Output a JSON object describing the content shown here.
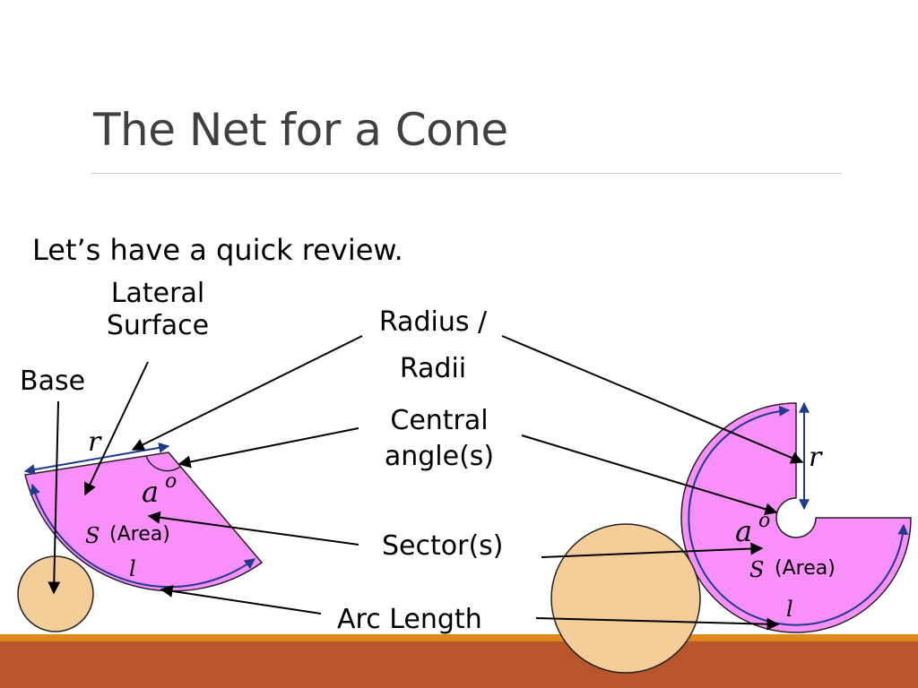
{
  "slide": {
    "title": "The Net for a Cone",
    "subtitle": "Let’s have a quick review."
  },
  "labels": {
    "lateral_surface": [
      "Lateral",
      "Surface"
    ],
    "base": "Base",
    "radius": [
      "Radius /",
      "Radii"
    ],
    "central_angle": [
      "Central",
      "angle(s)"
    ],
    "sector": "Sector(s)",
    "arc_length": "Arc Length"
  },
  "left_net": {
    "r": "r",
    "a": "a",
    "degree": "o",
    "s": "S",
    "area": "(Area)",
    "l": "l"
  },
  "right_net": {
    "r": "r",
    "a": "a",
    "degree": "o",
    "s": "S",
    "area": "(Area)",
    "l": "l"
  },
  "colors": {
    "sector_fill": "#f98ff9",
    "base_fill": "#f5cd98",
    "dimension_arrow": "#1f3a8f",
    "footer_bar": "#b9552b",
    "footer_stripe": "#e08a1e",
    "title_text": "#404040"
  }
}
